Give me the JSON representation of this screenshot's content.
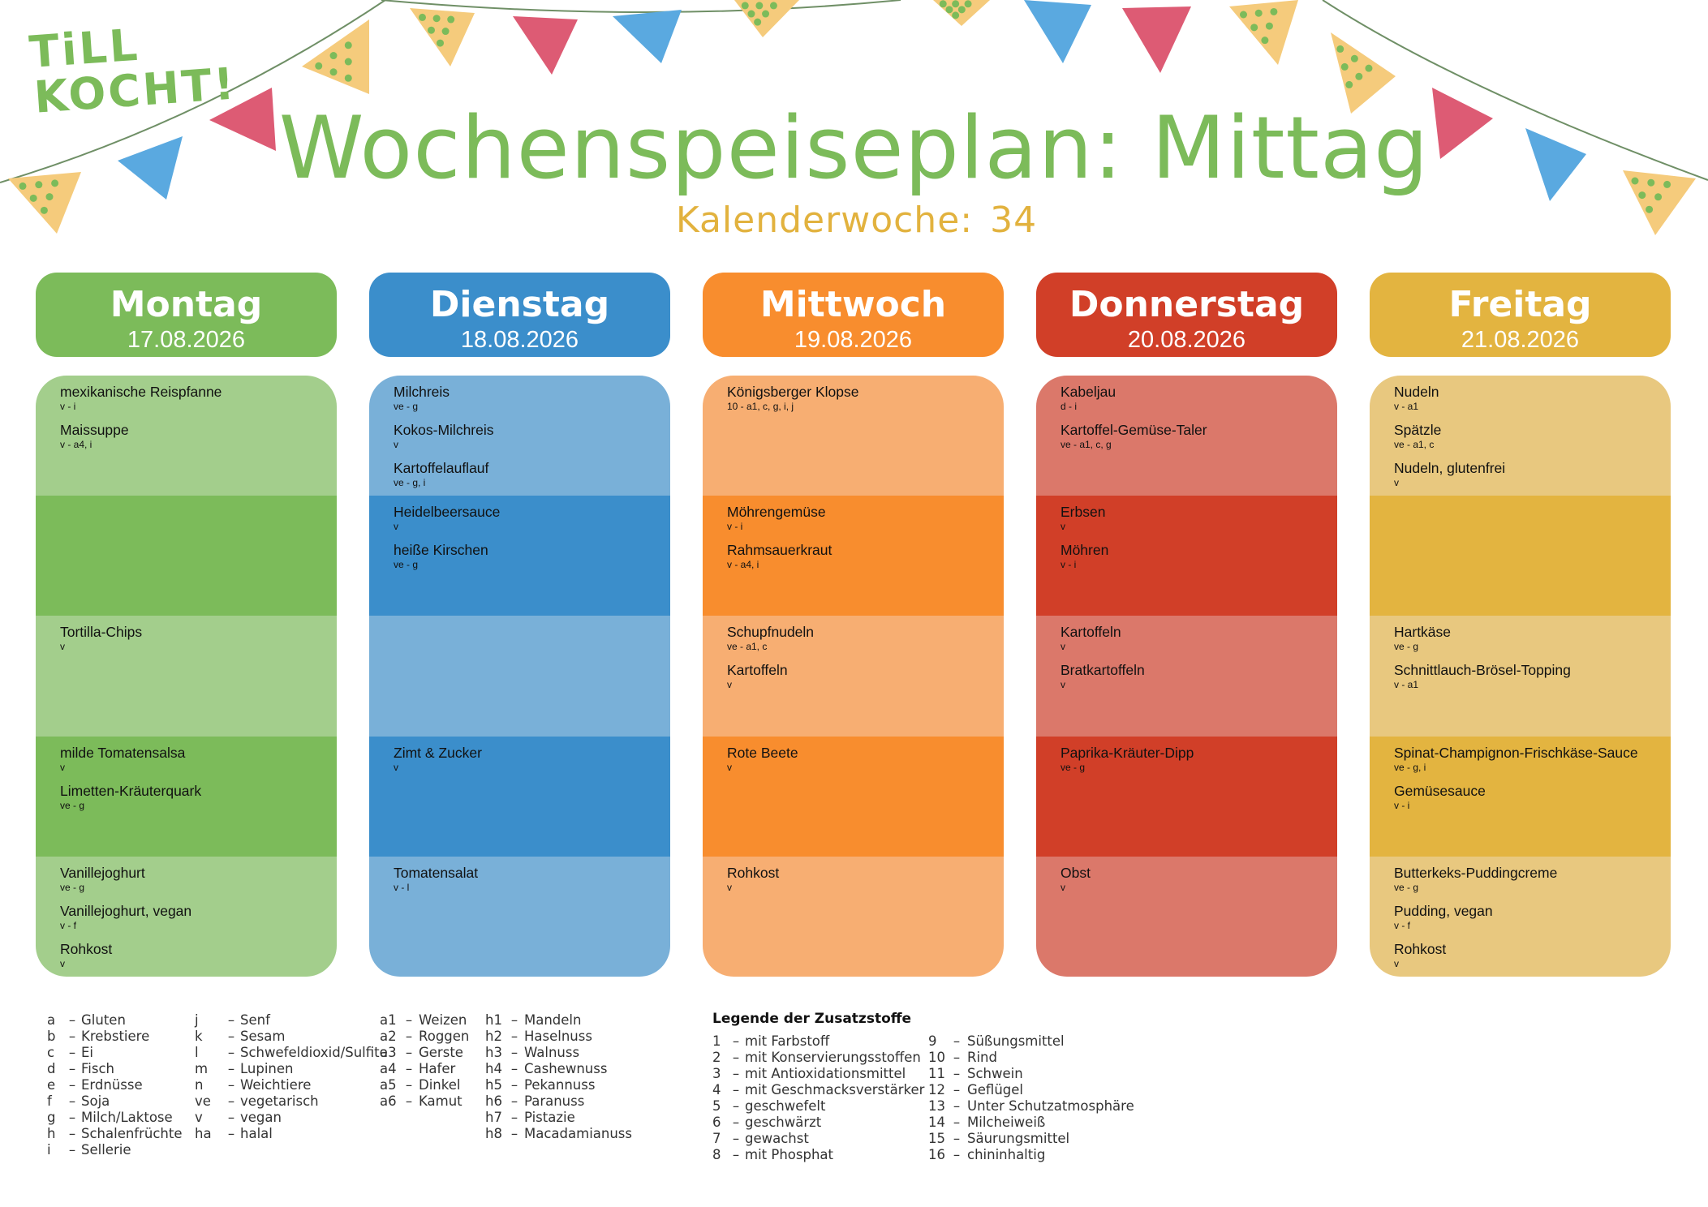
{
  "logo": {
    "line1": "TiLL",
    "line2": "KOCHT!"
  },
  "title": "Wochenspeiseplan: Mittag",
  "week": {
    "label": "Kalenderwoche:",
    "number": "34"
  },
  "colors": {
    "title": "#7cbb5a",
    "subtitle": "#e2b23e",
    "bunting_yellow": "#f5cb7c",
    "bunting_dots": "#7cbb5a",
    "bunting_blue": "#5aa9e0",
    "bunting_pink": "#dd5b74"
  },
  "days": [
    {
      "name": "Montag",
      "date": "17.08.2026",
      "colors": {
        "header": "#7cbb5a",
        "light": "#a3ce8c",
        "dark": "#7cbb5a"
      },
      "bands": [
        [
          {
            "name": "mexikanische Reispfanne",
            "code": "v - i"
          },
          {
            "name": "Maissuppe",
            "code": "v - a4, i"
          }
        ],
        [],
        [
          {
            "name": "Tortilla-Chips",
            "code": "v"
          }
        ],
        [
          {
            "name": "milde Tomatensalsa",
            "code": "v"
          },
          {
            "name": "Limetten-Kräuterquark",
            "code": "ve - g"
          }
        ],
        [
          {
            "name": "Vanillejoghurt",
            "code": "ve - g"
          },
          {
            "name": "Vanillejoghurt, vegan",
            "code": "v - f"
          },
          {
            "name": "Rohkost",
            "code": "v"
          }
        ]
      ]
    },
    {
      "name": "Dienstag",
      "date": "18.08.2026",
      "colors": {
        "header": "#3b8ecb",
        "light": "#79b0d8",
        "dark": "#3b8ecb"
      },
      "bands": [
        [
          {
            "name": "Milchreis",
            "code": "ve - g"
          },
          {
            "name": "Kokos-Milchreis",
            "code": "v"
          },
          {
            "name": "Kartoffelauflauf",
            "code": "ve - g, i"
          }
        ],
        [
          {
            "name": "Heidelbeersauce",
            "code": "v"
          },
          {
            "name": "heiße Kirschen",
            "code": "ve - g"
          }
        ],
        [],
        [
          {
            "name": "Zimt & Zucker",
            "code": "v"
          }
        ],
        [
          {
            "name": "Tomatensalat",
            "code": "v - l"
          }
        ]
      ]
    },
    {
      "name": "Mittwoch",
      "date": "19.08.2026",
      "colors": {
        "header": "#f88d2e",
        "light": "#f7ae72",
        "dark": "#f88d2e"
      },
      "bands": [
        [
          {
            "name": "Königsberger Klopse",
            "code": "10 - a1, c, g, i, j"
          }
        ],
        [
          {
            "name": "Möhrengemüse",
            "code": "v - i"
          },
          {
            "name": "Rahmsauerkraut",
            "code": "v - a4, i"
          }
        ],
        [
          {
            "name": "Schupfnudeln",
            "code": "ve - a1, c"
          },
          {
            "name": "Kartoffeln",
            "code": "v"
          }
        ],
        [
          {
            "name": "Rote Beete",
            "code": "v"
          }
        ],
        [
          {
            "name": "Rohkost",
            "code": "v"
          }
        ]
      ]
    },
    {
      "name": "Donnerstag",
      "date": "20.08.2026",
      "colors": {
        "header": "#d13f28",
        "light": "#db786a",
        "dark": "#d13f28"
      },
      "bands": [
        [
          {
            "name": "Kabeljau",
            "code": "d - i"
          },
          {
            "name": "Kartoffel-Gemüse-Taler",
            "code": "ve - a1, c, g"
          }
        ],
        [
          {
            "name": "Erbsen",
            "code": "v"
          },
          {
            "name": "Möhren",
            "code": "v - i"
          }
        ],
        [
          {
            "name": "Kartoffeln",
            "code": "v"
          },
          {
            "name": "Bratkartoffeln",
            "code": "v"
          }
        ],
        [
          {
            "name": "Paprika-Kräuter-Dipp",
            "code": "ve - g"
          }
        ],
        [
          {
            "name": "Obst",
            "code": "v"
          }
        ]
      ]
    },
    {
      "name": "Freitag",
      "date": "21.08.2026",
      "colors": {
        "header": "#e3b440",
        "light": "#e8c87f",
        "dark": "#e3b440"
      },
      "bands": [
        [
          {
            "name": "Nudeln",
            "code": "v - a1"
          },
          {
            "name": "Spätzle",
            "code": "ve - a1, c"
          },
          {
            "name": "Nudeln, glutenfrei",
            "code": "v"
          }
        ],
        [],
        [
          {
            "name": "Hartkäse",
            "code": "ve - g"
          },
          {
            "name": "Schnittlauch-Brösel-Topping",
            "code": "v - a1"
          }
        ],
        [
          {
            "name": "Spinat-Champignon-Frischkäse-Sauce",
            "code": "ve - g, i"
          },
          {
            "name": "Gemüsesauce",
            "code": "v - i"
          }
        ],
        [
          {
            "name": "Butterkeks-Puddingcreme",
            "code": "ve - g"
          },
          {
            "name": "Pudding, vegan",
            "code": "v - f"
          },
          {
            "name": "Rohkost",
            "code": "v"
          }
        ]
      ]
    }
  ],
  "legend": {
    "allergens_1": [
      {
        "key": "a",
        "label": "Gluten"
      },
      {
        "key": "b",
        "label": "Krebstiere"
      },
      {
        "key": "c",
        "label": "Ei"
      },
      {
        "key": "d",
        "label": "Fisch"
      },
      {
        "key": "e",
        "label": "Erdnüsse"
      },
      {
        "key": "f",
        "label": "Soja"
      },
      {
        "key": "g",
        "label": "Milch/Laktose"
      },
      {
        "key": "h",
        "label": "Schalenfrüchte"
      },
      {
        "key": "i",
        "label": "Sellerie"
      }
    ],
    "allergens_2": [
      {
        "key": "j",
        "label": "Senf"
      },
      {
        "key": "k",
        "label": "Sesam"
      },
      {
        "key": "l",
        "label": "Schwefeldioxid/Sulfite"
      },
      {
        "key": "m",
        "label": "Lupinen"
      },
      {
        "key": "n",
        "label": "Weichtiere"
      },
      {
        "key": "ve",
        "label": "vegetarisch"
      },
      {
        "key": "v",
        "label": "vegan"
      },
      {
        "key": "ha",
        "label": "halal"
      }
    ],
    "grains": [
      {
        "key": "a1",
        "label": "Weizen"
      },
      {
        "key": "a2",
        "label": "Roggen"
      },
      {
        "key": "a3",
        "label": "Gerste"
      },
      {
        "key": "a4",
        "label": "Hafer"
      },
      {
        "key": "a5",
        "label": "Dinkel"
      },
      {
        "key": "a6",
        "label": "Kamut"
      }
    ],
    "nuts": [
      {
        "key": "h1",
        "label": "Mandeln"
      },
      {
        "key": "h2",
        "label": "Haselnuss"
      },
      {
        "key": "h3",
        "label": "Walnuss"
      },
      {
        "key": "h4",
        "label": "Cashewnuss"
      },
      {
        "key": "h5",
        "label": "Pekannuss"
      },
      {
        "key": "h6",
        "label": "Paranuss"
      },
      {
        "key": "h7",
        "label": "Pistazie"
      },
      {
        "key": "h8",
        "label": "Macadamianuss"
      }
    ],
    "additives_title": "Legende der Zusatzstoffe",
    "additives_1": [
      {
        "key": "1",
        "label": "mit Farbstoff"
      },
      {
        "key": "2",
        "label": "mit Konservierungsstoffen"
      },
      {
        "key": "3",
        "label": "mit Antioxidationsmittel"
      },
      {
        "key": "4",
        "label": "mit Geschmacksverstärker"
      },
      {
        "key": "5",
        "label": "geschwefelt"
      },
      {
        "key": "6",
        "label": "geschwärzt"
      },
      {
        "key": "7",
        "label": "gewachst"
      },
      {
        "key": "8",
        "label": "mit Phosphat"
      }
    ],
    "additives_2": [
      {
        "key": "9",
        "label": "Süßungsmittel"
      },
      {
        "key": "10",
        "label": "Rind"
      },
      {
        "key": "11",
        "label": "Schwein"
      },
      {
        "key": "12",
        "label": "Geflügel"
      },
      {
        "key": "13",
        "label": "Unter Schutzatmosphäre"
      },
      {
        "key": "14",
        "label": "Milcheiweiß"
      },
      {
        "key": "15",
        "label": "Säurungsmittel"
      },
      {
        "key": "16",
        "label": "chininhaltig"
      }
    ]
  }
}
